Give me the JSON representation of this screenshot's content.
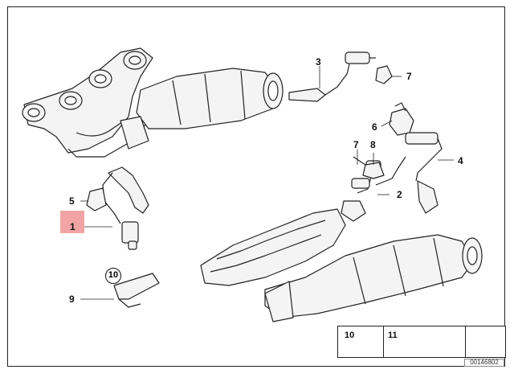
{
  "callouts": {
    "c1": "1",
    "c2": "2",
    "c3": "3",
    "c4": "4",
    "c5": "5",
    "c6": "6",
    "c7a": "7",
    "c7b": "7",
    "c8": "8",
    "c9": "9",
    "c10_circled": "10"
  },
  "legend": {
    "item10": "10",
    "item11": "11"
  },
  "diagram_code": "00146802",
  "colors": {
    "highlight": "#f2a4a4",
    "line": "#222222",
    "part_fill": "#f4f4f4"
  }
}
